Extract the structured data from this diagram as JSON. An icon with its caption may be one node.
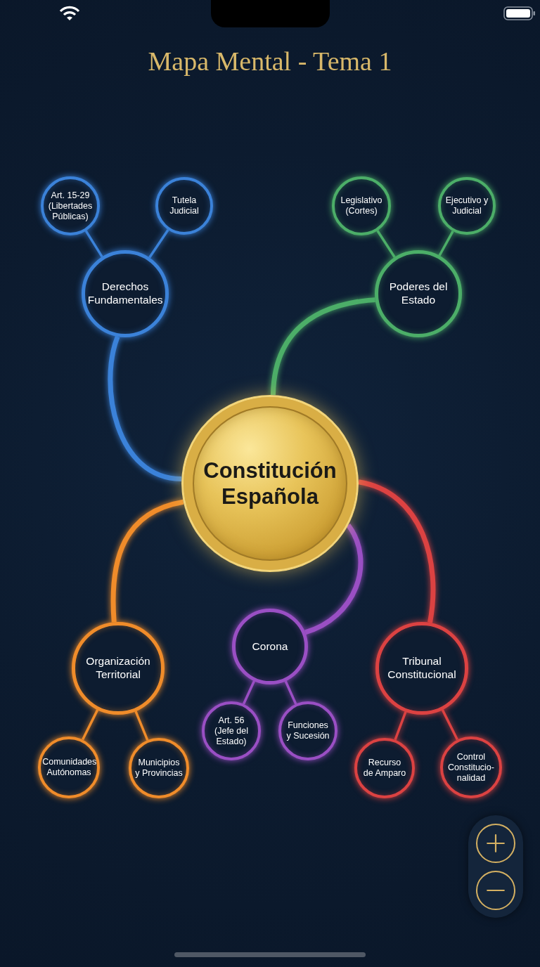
{
  "diagram": {
    "title": "Mapa Mental - Tema 1",
    "nodes": [
      {
        "text": [
          "Constitución Española"
        ]
      },
      {
        "text": [
          "Derechos Fundamentales"
        ]
      },
      {
        "text": [
          "Art. 15-29 (Libertades Públicas)"
        ]
      },
      {
        "text": [
          "Tutela Judicial"
        ]
      },
      {
        "text": [
          "Poderes del Estado"
        ]
      },
      {
        "text": [
          "Legislativo (Cortes)"
        ]
      },
      {
        "text": [
          "Ejecutivo y Judicial"
        ]
      },
      {
        "text": [
          "Organización Territorial"
        ]
      },
      {
        "text": [
          "Comunidades Autónomas"
        ]
      },
      {
        "text": [
          "Municipios y Provincias"
        ]
      },
      {
        "text": [
          "Corona"
        ]
      },
      {
        "text": [
          "Art. 56 (Jefe del Estado)"
        ]
      },
      {
        "text": [
          "Funciones y Sucesión"
        ]
      },
      {
        "text": [
          "Tribunal Constitucional"
        ]
      },
      {
        "text": [
          "Recurso de Amparo"
        ]
      },
      {
        "text": [
          "Control Constitucio- nalidad"
        ]
      }
    ],
    "edges": [
      {
        "from": 0,
        "to": 1,
        "arrow": "none",
        "style": "thick",
        "color": "#3b82d9"
      },
      {
        "from": 1,
        "to": 2,
        "arrow": "none",
        "color": "#3b82d9"
      },
      {
        "from": 1,
        "to": 3,
        "arrow": "none",
        "color": "#3b82d9"
      },
      {
        "from": 0,
        "to": 4,
        "arrow": "none",
        "style": "thick",
        "color": "#4cae68"
      },
      {
        "from": 4,
        "to": 5,
        "arrow": "none",
        "color": "#4cae68"
      },
      {
        "from": 4,
        "to": 6,
        "arrow": "none",
        "color": "#4cae68"
      },
      {
        "from": 0,
        "to": 7,
        "arrow": "none",
        "style": "thick",
        "color": "#f08c2a"
      },
      {
        "from": 7,
        "to": 8,
        "arrow": "none",
        "color": "#f08c2a"
      },
      {
        "from": 7,
        "to": 9,
        "arrow": "none",
        "color": "#f08c2a"
      },
      {
        "from": 0,
        "to": 10,
        "arrow": "none",
        "style": "thick",
        "color": "#9a4fc4"
      },
      {
        "from": 10,
        "to": 11,
        "arrow": "none",
        "color": "#9a4fc4"
      },
      {
        "from": 10,
        "to": 12,
        "arrow": "none",
        "color": "#9a4fc4"
      },
      {
        "from": 0,
        "to": 13,
        "arrow": "none",
        "style": "thick",
        "color": "#dc4242"
      },
      {
        "from": 13,
        "to": 14,
        "arrow": "none",
        "color": "#dc4242"
      },
      {
        "from": 13,
        "to": 15,
        "arrow": "none",
        "color": "#dc4242"
      }
    ]
  }
}
